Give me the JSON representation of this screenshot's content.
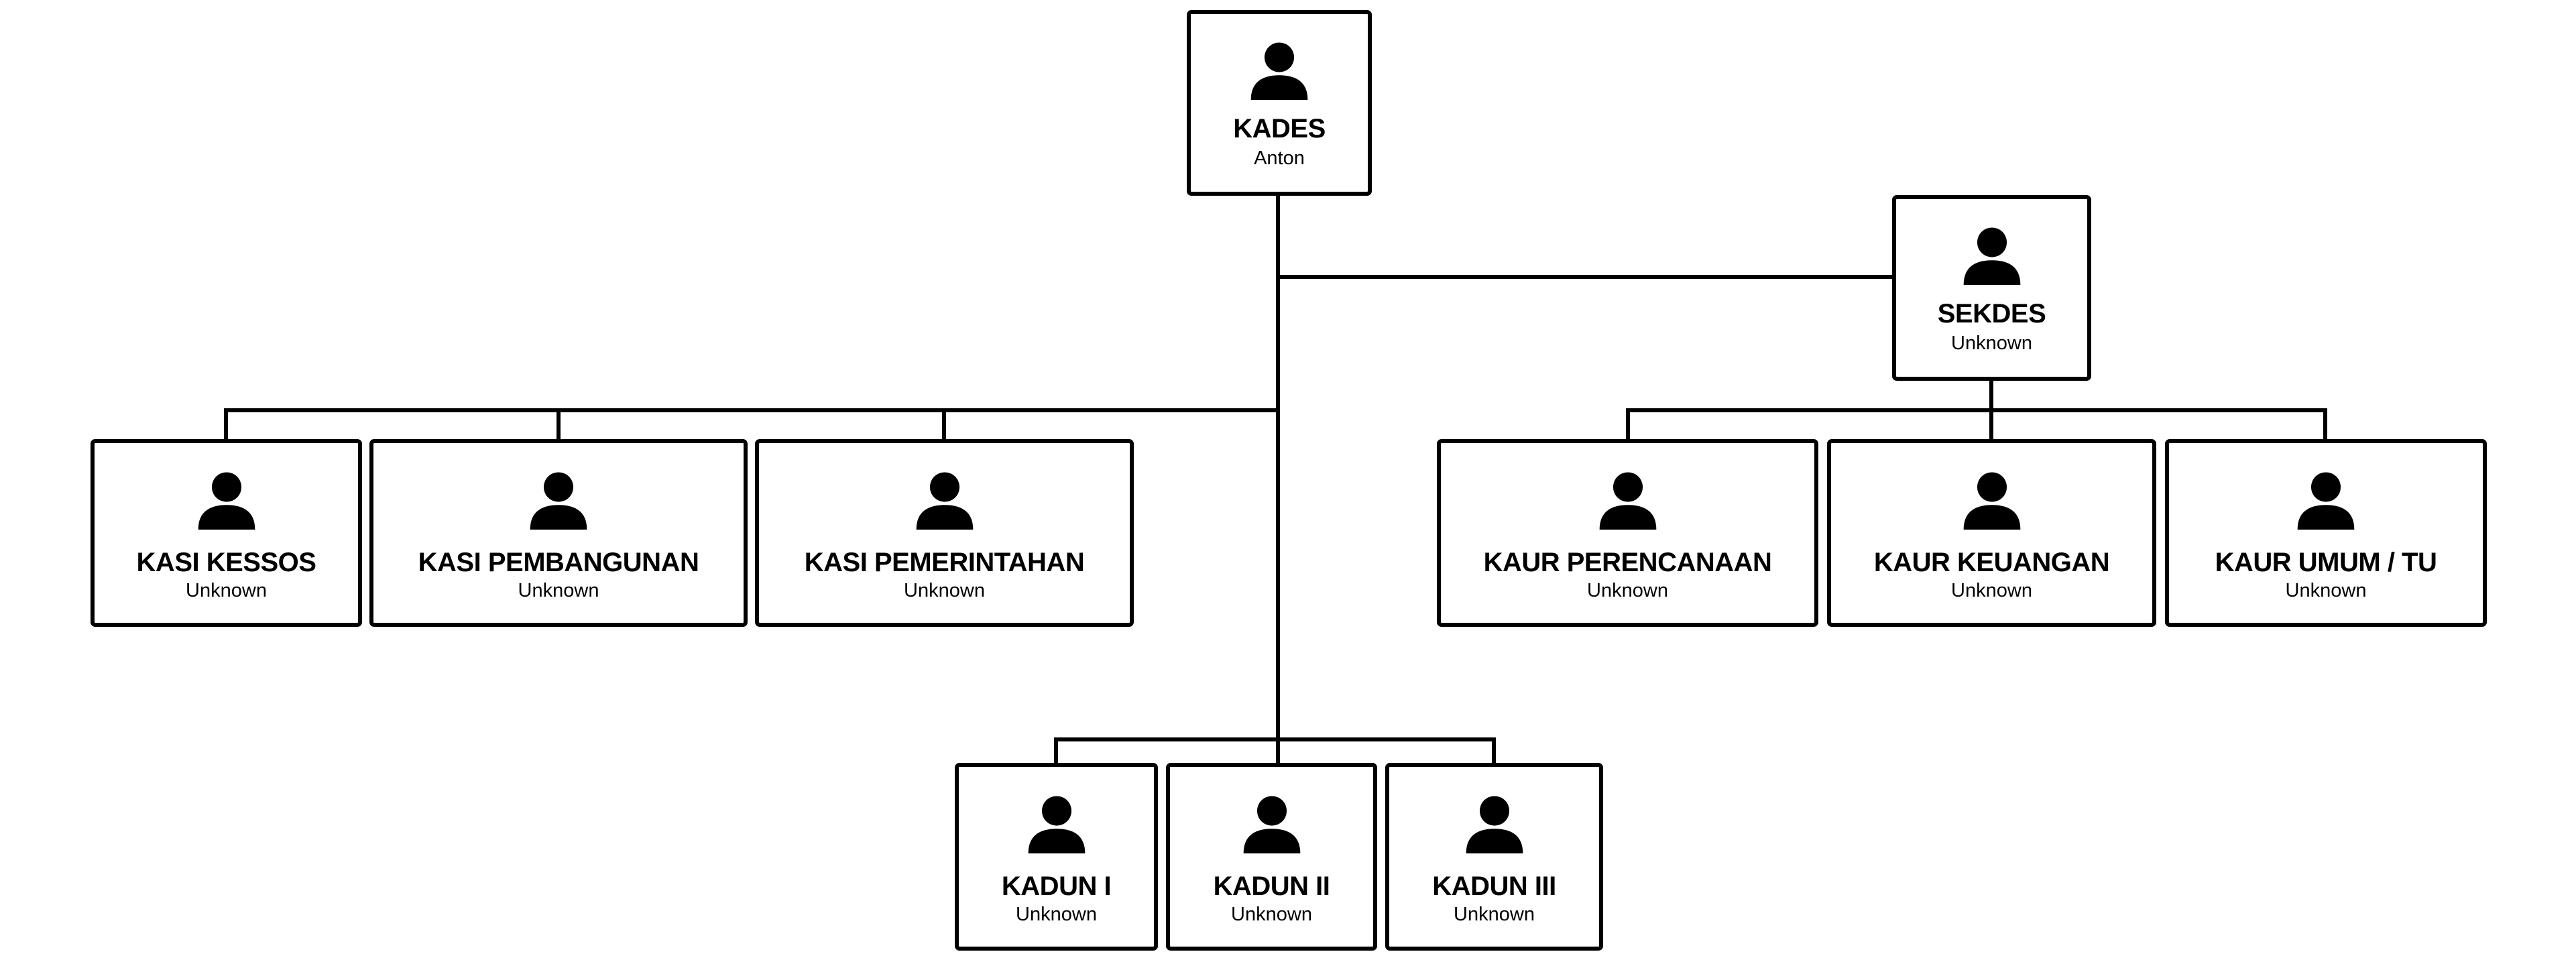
{
  "colors": {
    "line": "#000000",
    "box_border": "#000000",
    "box_fill": "#ffffff",
    "icon": "#000000"
  },
  "icon": "person-icon",
  "nodes": {
    "kades": {
      "title": "KADES",
      "name": "Anton"
    },
    "sekdes": {
      "title": "SEKDES",
      "name": "Unknown"
    },
    "kasi_kessos": {
      "title": "KASI KESSOS",
      "name": "Unknown"
    },
    "kasi_pembangunan": {
      "title": "KASI PEMBANGUNAN",
      "name": "Unknown"
    },
    "kasi_pemerintahan": {
      "title": "KASI PEMERINTAHAN",
      "name": "Unknown"
    },
    "kaur_perencanaan": {
      "title": "KAUR PERENCANAAN",
      "name": "Unknown"
    },
    "kaur_keuangan": {
      "title": "KAUR KEUANGAN",
      "name": "Unknown"
    },
    "kaur_umum_tu": {
      "title": "KAUR UMUM / TU",
      "name": "Unknown"
    },
    "kadun_1": {
      "title": "KADUN I",
      "name": "Unknown"
    },
    "kadun_2": {
      "title": "KADUN II",
      "name": "Unknown"
    },
    "kadun_3": {
      "title": "KADUN III",
      "name": "Unknown"
    }
  },
  "links": [
    {
      "from": "kades",
      "to": "sekdes"
    },
    {
      "from": "kades",
      "to": "kasi_kessos"
    },
    {
      "from": "kades",
      "to": "kasi_pembangunan"
    },
    {
      "from": "kades",
      "to": "kasi_pemerintahan"
    },
    {
      "from": "kades",
      "to": "kadun_1"
    },
    {
      "from": "kades",
      "to": "kadun_2"
    },
    {
      "from": "kades",
      "to": "kadun_3"
    },
    {
      "from": "sekdes",
      "to": "kaur_perencanaan"
    },
    {
      "from": "sekdes",
      "to": "kaur_keuangan"
    },
    {
      "from": "sekdes",
      "to": "kaur_umum_tu"
    }
  ]
}
